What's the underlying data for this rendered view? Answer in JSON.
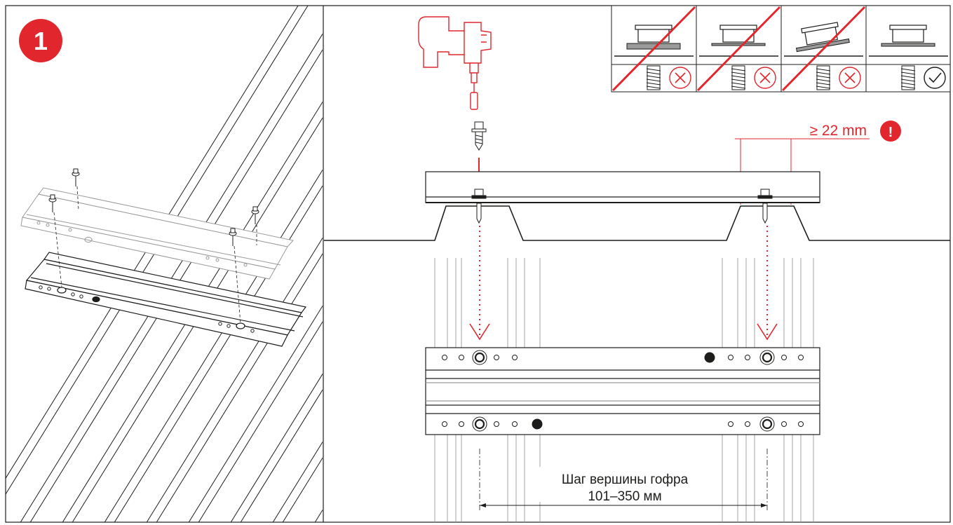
{
  "step": {
    "number": "1"
  },
  "colors": {
    "accent": "#e1262d",
    "line": "#1d1d1b",
    "light": "#9a9a9a",
    "faint": "#c8c8c8"
  },
  "clearance": {
    "label": "≥ 22 mm",
    "warning": "!"
  },
  "pitch": {
    "caption": "Шаг вершины гофра",
    "range": "101–350 мм"
  },
  "washer_check": [
    {
      "status": "wrong",
      "icon": "cross-circle-icon"
    },
    {
      "status": "wrong",
      "icon": "cross-circle-icon"
    },
    {
      "status": "wrong",
      "icon": "cross-circle-icon"
    },
    {
      "status": "correct",
      "icon": "check-circle-icon"
    }
  ]
}
